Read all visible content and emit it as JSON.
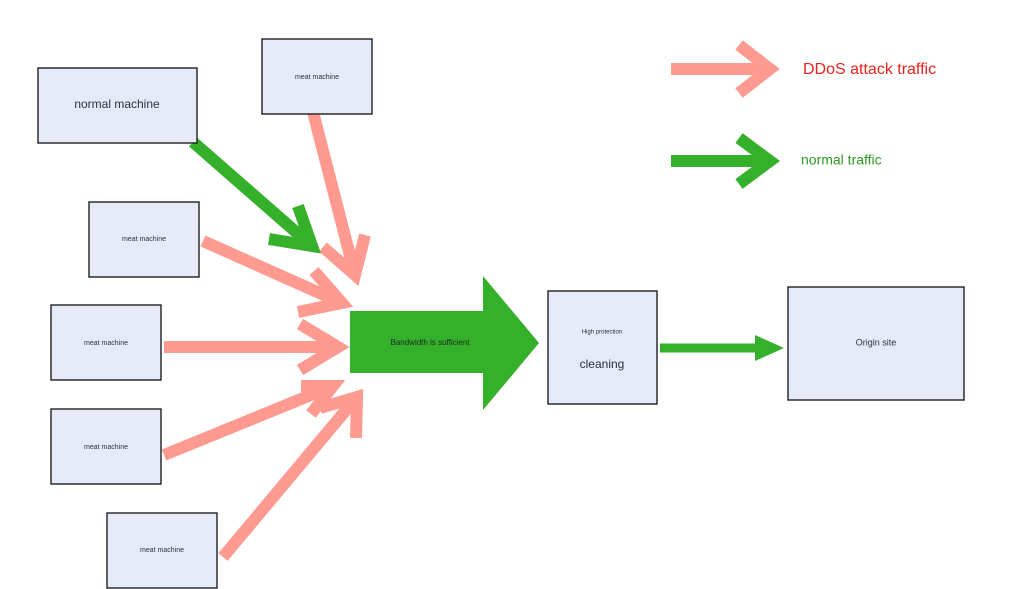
{
  "nodes": {
    "normal_machine": {
      "label": "normal machine"
    },
    "meat_machine_top": {
      "label": "meat machine"
    },
    "meat_machine_1": {
      "label": "meat machine"
    },
    "meat_machine_2": {
      "label": "meat machine"
    },
    "meat_machine_3": {
      "label": "meat machine"
    },
    "meat_machine_4": {
      "label": "meat machine"
    },
    "cleaning": {
      "caption": "High protection",
      "label": "cleaning"
    },
    "origin_site": {
      "label": "Origin site"
    }
  },
  "bandwidth": {
    "label": "Bandwidth is sufficient"
  },
  "legend": {
    "attack": {
      "label": "DDoS attack traffic",
      "color": "#ff9a91",
      "text_color": "#e8231b"
    },
    "normal": {
      "label": "normal traffic",
      "color": "#34b02a",
      "text_color": "#2a9a22"
    }
  },
  "colors": {
    "box_fill": "#e6eaf7",
    "box_stroke": "#1f1f1f"
  }
}
